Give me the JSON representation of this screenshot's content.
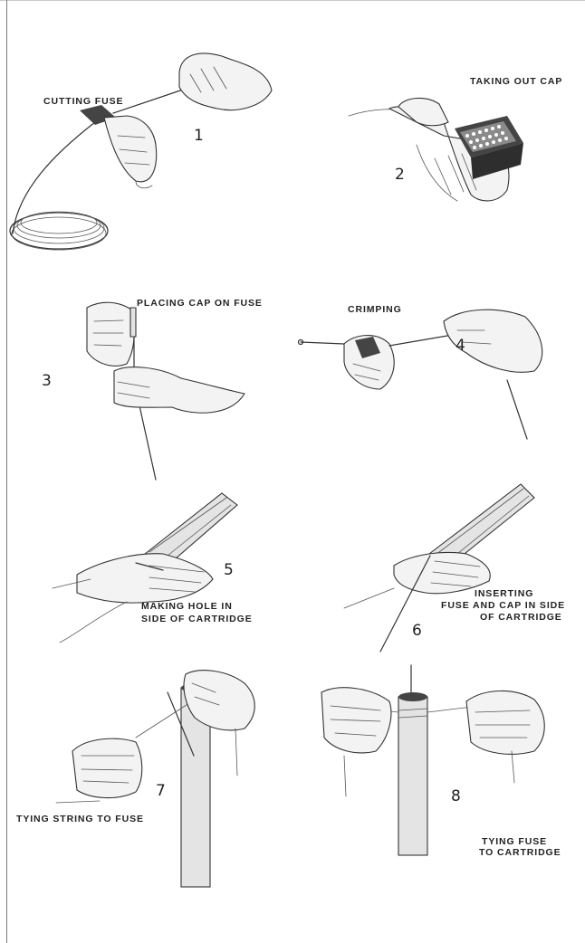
{
  "illustrations": [
    {
      "number": "1",
      "caption": "CUTTING FUSE"
    },
    {
      "number": "2",
      "caption": "TAKING OUT CAP"
    },
    {
      "number": "3",
      "caption": "PLACING CAP ON FUSE"
    },
    {
      "number": "4",
      "caption": "CRIMPING"
    },
    {
      "number": "5",
      "caption_lines": [
        "MAKING HOLE IN",
        "SIDE OF CARTRIDGE"
      ]
    },
    {
      "number": "6",
      "caption_lines": [
        "INSERTING",
        "FUSE AND CAP IN SIDE",
        "OF CARTRIDGE"
      ]
    },
    {
      "number": "7",
      "caption": "TYING STRING TO FUSE"
    },
    {
      "number": "8",
      "caption_lines": [
        "TYING FUSE",
        "TO CARTRIDGE"
      ]
    }
  ],
  "colors": {
    "ink": "#222222",
    "paper": "#ffffff",
    "shading": "#d8d8d8"
  }
}
